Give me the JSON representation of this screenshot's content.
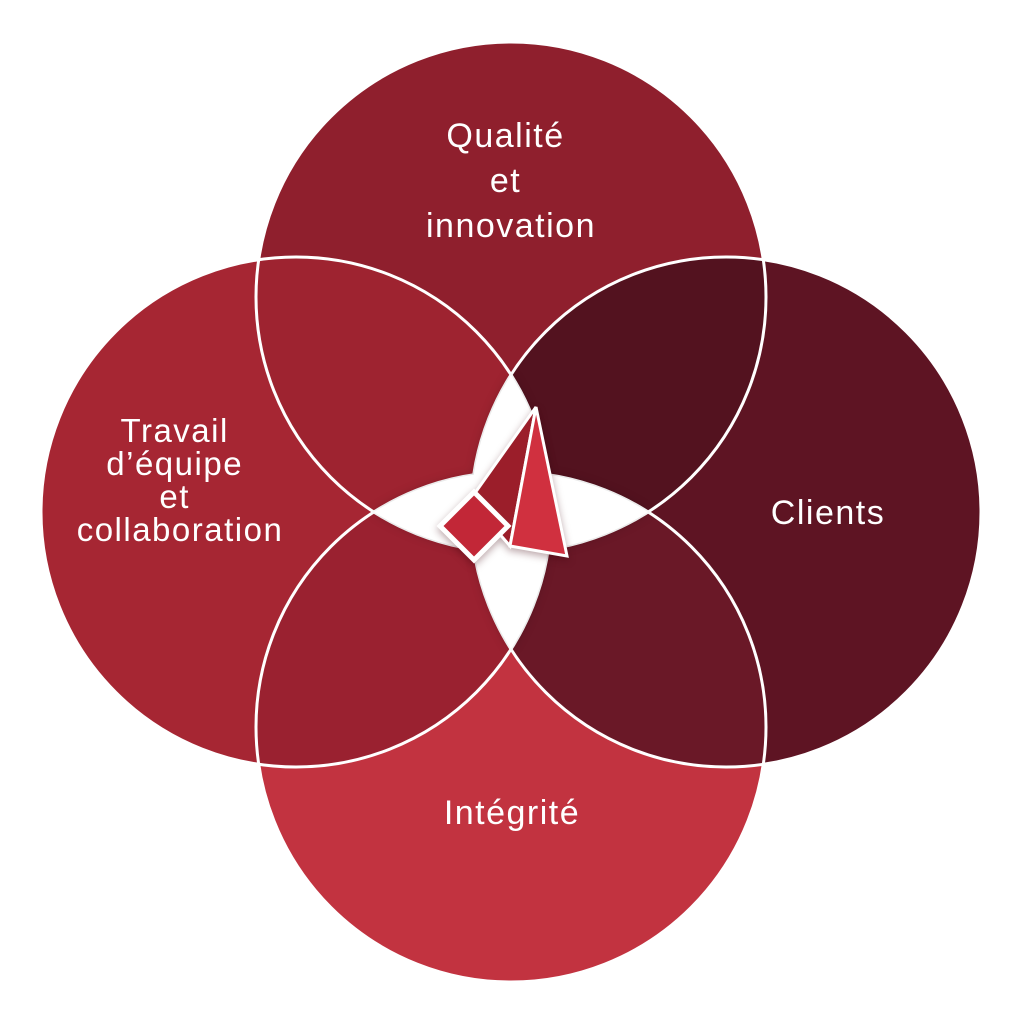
{
  "diagram": {
    "circles": {
      "top": {
        "color": "#8f1f2d",
        "label_lines": [
          "Qualité",
          "et",
          "innovation"
        ]
      },
      "left": {
        "color": "#a62633",
        "label_lines": [
          "Travail",
          "d’équipe",
          "et",
          "collaboration"
        ]
      },
      "right": {
        "color": "#5e1423",
        "label_lines": [
          "Clients"
        ]
      },
      "bottom": {
        "color": "#c23340",
        "label_lines": [
          "Intégrité"
        ]
      }
    },
    "overlaps": {
      "top_left": "#9e2330",
      "top_right": "#53121f",
      "bottom_left": "#9a2130",
      "bottom_right": "#6a1827"
    },
    "outline_color": "#ffffff",
    "center": {
      "flower_color": "#ffffff"
    },
    "logo": {
      "primary_color": "#d0303f",
      "dark_color": "#9b1e2a",
      "diamond_color": "#c22737"
    },
    "text_color": "#ffffff"
  }
}
